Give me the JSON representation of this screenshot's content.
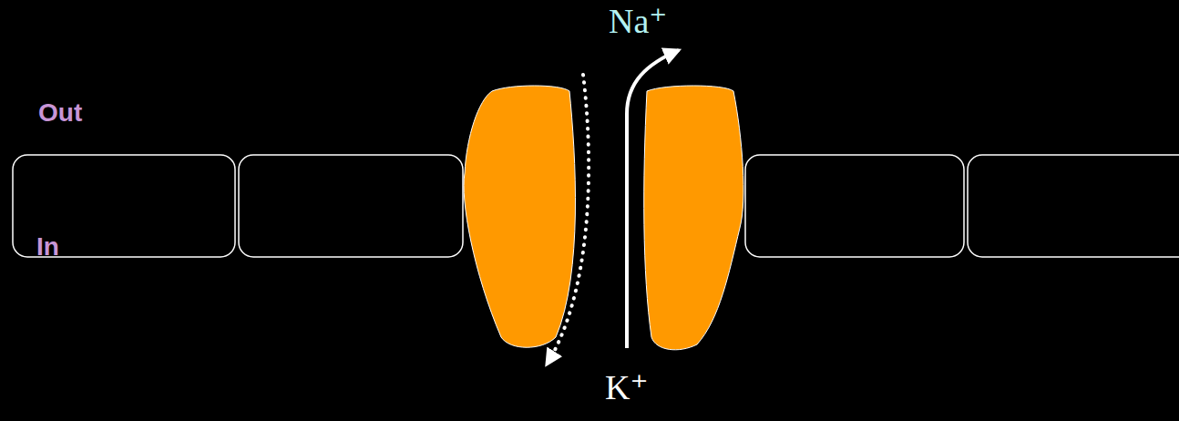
{
  "diagram": {
    "labels": [
      "Out",
      "In",
      "Na⁺",
      "K⁺"
    ]
  }
}
